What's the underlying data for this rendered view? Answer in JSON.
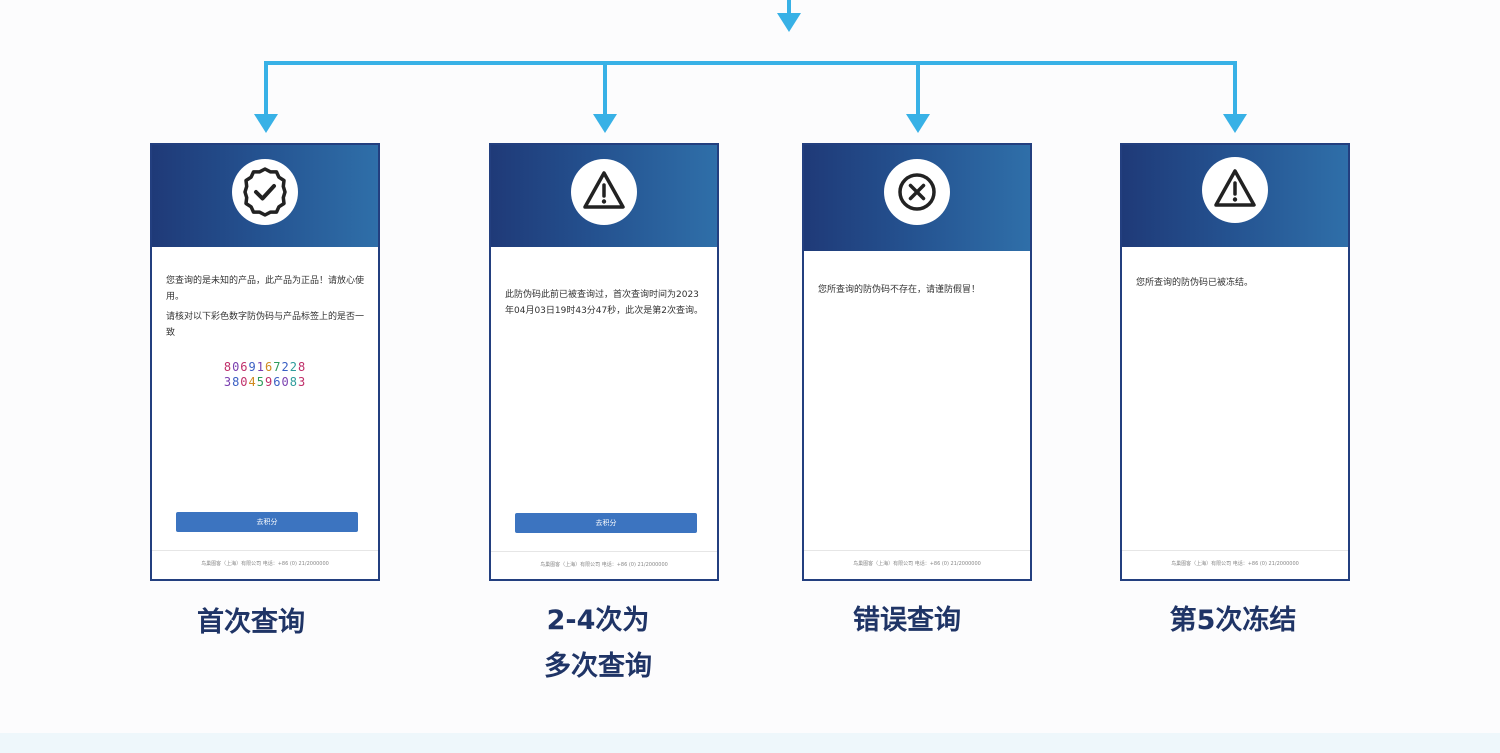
{
  "colors": {
    "connector": "#38b1e6",
    "frame": "#233f7f",
    "header_dark": "#1f3a78",
    "header_light": "#2f6fa9",
    "button": "#3c74c0",
    "caption": "#1f3466"
  },
  "panels": [
    {
      "id": "first",
      "icon": "verified-badge-icon",
      "message_lines": [
        "您查询的是未知的产品，此产品为正品！请放心使用。",
        "请核对以下彩色数字防伪码与产品标签上的是否一致"
      ],
      "code_lines": [
        [
          {
            "char": "8",
            "color": "#c0306a"
          },
          {
            "char": "0",
            "color": "#7a3fb0"
          },
          {
            "char": "6",
            "color": "#c0306a"
          },
          {
            "char": "9",
            "color": "#3a5fc4"
          },
          {
            "char": "1",
            "color": "#7a3fb0"
          },
          {
            "char": "6",
            "color": "#d08a1e"
          },
          {
            "char": "7",
            "color": "#2e9c5a"
          },
          {
            "char": "2",
            "color": "#3a5fc4"
          },
          {
            "char": "2",
            "color": "#2e9c9c"
          },
          {
            "char": "8",
            "color": "#c0306a"
          }
        ],
        [
          {
            "char": "3",
            "color": "#7a3fb0"
          },
          {
            "char": "8",
            "color": "#3a5fc4"
          },
          {
            "char": "0",
            "color": "#c0306a"
          },
          {
            "char": "4",
            "color": "#d08a1e"
          },
          {
            "char": "5",
            "color": "#2e9c5a"
          },
          {
            "char": "9",
            "color": "#c0306a"
          },
          {
            "char": "6",
            "color": "#3a5fc4"
          },
          {
            "char": "0",
            "color": "#7a3fb0"
          },
          {
            "char": "8",
            "color": "#2e9c9c"
          },
          {
            "char": "3",
            "color": "#c0306a"
          }
        ]
      ],
      "button_label": "去积分",
      "footer": "鸟巢图客（上海）有限公司 电话：+86 (0) 21/2000000",
      "caption_lines": [
        "首次查询"
      ]
    },
    {
      "id": "repeat",
      "icon": "warning-triangle-icon",
      "message_lines": [
        "此防伪码此前已被查询过，首次查询时间为2023年04月03日19时43分47秒，此次是第2次查询。"
      ],
      "button_label": "去积分",
      "footer": "鸟巢图客（上海）有限公司 电话：+86 (0) 21/2000000",
      "caption_lines": [
        "2-4次为",
        "多次查询"
      ]
    },
    {
      "id": "error",
      "icon": "error-cross-icon",
      "message_lines": [
        "您所查询的防伪码不存在，请谨防假冒！"
      ],
      "footer": "鸟巢图客（上海）有限公司 电话：+86 (0) 21/2000000",
      "caption_lines": [
        "错误查询"
      ]
    },
    {
      "id": "frozen",
      "icon": "warning-triangle-icon",
      "message_lines": [
        "您所查询的防伪码已被冻结。"
      ],
      "footer": "鸟巢图客（上海）有限公司 电话：+86 (0) 21/2000000",
      "caption_lines": [
        "第5次冻结"
      ]
    }
  ]
}
